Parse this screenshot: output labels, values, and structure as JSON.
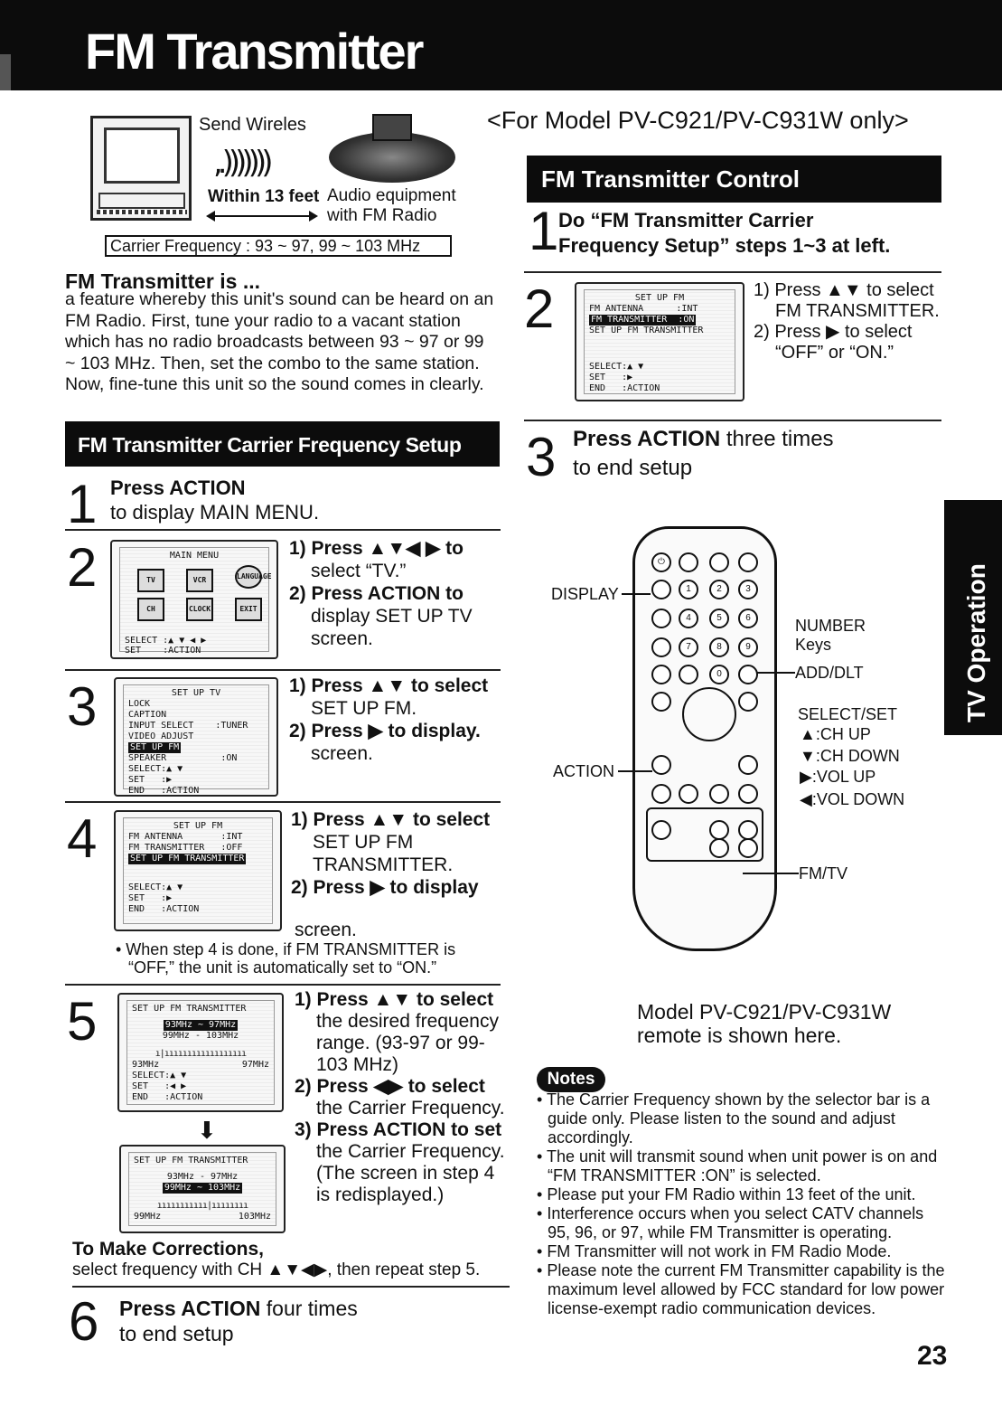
{
  "page": {
    "title": "FM Transmitter",
    "model_note": "<For Model PV-C921/PV-C931W only>",
    "page_number": "23",
    "side_tab": "TV Operation"
  },
  "illustration": {
    "send_label": "Send Wireles",
    "within_label": "Within 13 feet",
    "audio_label_1": "Audio equipment",
    "audio_label_2": "with FM Radio",
    "carrier_box": "Carrier Frequency : 93 ~ 97, 99 ~ 103 MHz"
  },
  "intro": {
    "title": "FM Transmitter is ...",
    "body": "a feature whereby this unit's sound can be heard on an FM Radio. First, tune your radio to a vacant station which has no radio broadcasts between 93 ~ 97 or 99 ~ 103 MHz. Then, set the combo to the same station. Now, fine-tune this unit so the sound comes in clearly."
  },
  "setup": {
    "title": "FM Transmitter Carrier Frequency Setup",
    "step1": {
      "num": "1",
      "line1": "Press ACTION",
      "line2": "to display MAIN MENU."
    },
    "step2": {
      "num": "2",
      "osd": {
        "title": "MAIN MENU",
        "icons": [
          "TV",
          "VCR",
          "LANGUAGE",
          "CH",
          "CLOCK",
          "EXIT"
        ],
        "select": "SELECT :▲ ▼ ◀ ▶",
        "set": "SET    :ACTION"
      },
      "t1a": "1) Press ▲▼◀ ▶ to",
      "t1b": "select “TV.”",
      "t2a": "2) Press ACTION to",
      "t2b": "display SET UP TV",
      "t2c": "screen."
    },
    "step3": {
      "num": "3",
      "osd": {
        "title": "SET UP TV",
        "rows": [
          "LOCK",
          "CAPTION",
          "INPUT SELECT    :TUNER",
          "VIDEO ADJUST"
        ],
        "highlight": "SET UP FM",
        "rows2": [
          "SPEAKER          :ON",
          "SELECT:▲ ▼",
          "SET   :▶",
          "END   :ACTION"
        ]
      },
      "t1a": "1) Press ▲▼ to select",
      "t1b": "SET UP FM.",
      "t2a": "2) Press ▶ to display.",
      "t2b": "screen."
    },
    "step4": {
      "num": "4",
      "osd": {
        "title": "SET UP FM",
        "rows": [
          "FM ANTENNA       :INT",
          "FM TRANSMITTER   :OFF"
        ],
        "highlight": "SET UP FM TRANSMITTER",
        "rows2": [
          "SELECT:▲ ▼",
          "SET   :▶",
          "END   :ACTION"
        ]
      },
      "t1a": "1) Press ▲▼ to select",
      "t1b": "SET UP FM",
      "t1c": "TRANSMITTER.",
      "t2a": "2) Press ▶ to display",
      "t2b": "screen.",
      "note1": "• When step 4 is done, if FM TRANSMITTER is",
      "note2": "“OFF,” the unit is automatically set to “ON.”"
    },
    "step5": {
      "num": "5",
      "osd_a": {
        "title": "SET UP FM TRANSMITTER",
        "hl": "93MHz ~ 97MHz",
        "row": "99MHz - 103MHz",
        "lo": "93MHz",
        "hi": "97MHz",
        "select": "SELECT:▲ ▼",
        "set": "SET   :◀ ▶",
        "end": "END   :ACTION"
      },
      "osd_b": {
        "title": "SET UP FM TRANSMITTER",
        "row": "93MHz - 97MHz",
        "hl": "99MHz ~ 103MHz",
        "lo": "99MHz",
        "hi": "103MHz"
      },
      "t1a": "1) Press ▲▼ to select",
      "t1b": "the desired frequency",
      "t1c": "range. (93-97 or 99-",
      "t1d": "103 MHz)",
      "t2a": "2) Press ◀▶ to select",
      "t2b": "the Carrier Frequency.",
      "t3a": "3) Press ACTION to set",
      "t3b": "the Carrier Frequency.",
      "t3c": "(The screen in step 4",
      "t3d": "is redisplayed.)"
    },
    "corrections": {
      "title": "To Make Corrections,",
      "body": "select frequency with CH ▲▼◀▶, then repeat step 5."
    },
    "step6": {
      "num": "6",
      "line1a": "Press ACTION",
      "line1b": " four times",
      "line2": "to end setup"
    }
  },
  "control": {
    "title": "FM Transmitter Control",
    "step1": {
      "num": "1",
      "line1": "Do “FM Transmitter Carrier",
      "line2": "Frequency Setup” steps 1~3 at left."
    },
    "step2": {
      "num": "2",
      "osd": {
        "title": "SET UP FM",
        "row1": "FM ANTENNA      :INT",
        "hl": "FM TRANSMITTER  :ON",
        "row2": "SET UP FM TRANSMITTER",
        "select": "SELECT:▲ ▼",
        "set": "SET   :▶",
        "end": "END   :ACTION"
      },
      "t1a": "1) Press ▲▼ to select",
      "t1b": "FM TRANSMITTER.",
      "t2a": "2) Press ▶ to select",
      "t2b": "“OFF” or “ON.”"
    },
    "step3": {
      "num": "3",
      "line1a": "Press ACTION",
      "line1b": " three times",
      "line2": "to end setup"
    }
  },
  "remote": {
    "display": "DISPLAY",
    "number1": "NUMBER",
    "number2": "Keys",
    "adddlt": "ADD/DLT",
    "selectset": "SELECT/SET",
    "chup": "▲:CH UP",
    "chdown": "▼:CH DOWN",
    "volup": "▶:VOL UP",
    "voldown": "◀:VOL DOWN",
    "action": "ACTION",
    "fmtv": "FM/TV",
    "caption1": "Model PV-C921/PV-C931W",
    "caption2": "remote is shown here."
  },
  "notes": {
    "label": "Notes",
    "items": [
      "The Carrier Frequency shown by the selector bar is a guide only. Please listen to the sound and adjust accordingly.",
      "The unit will transmit sound when unit power is on and “FM TRANSMITTER :ON” is selected.",
      "Please put your FM Radio within 13 feet of the unit.",
      "Interference occurs when you select CATV channels 95, 96, or 97, while FM Transmitter is operating.",
      "FM Transmitter will not work in FM Radio Mode.",
      "Please note the current FM Transmitter capability is the maximum level allowed by FCC standard for low power license-exempt radio communication devices."
    ]
  }
}
